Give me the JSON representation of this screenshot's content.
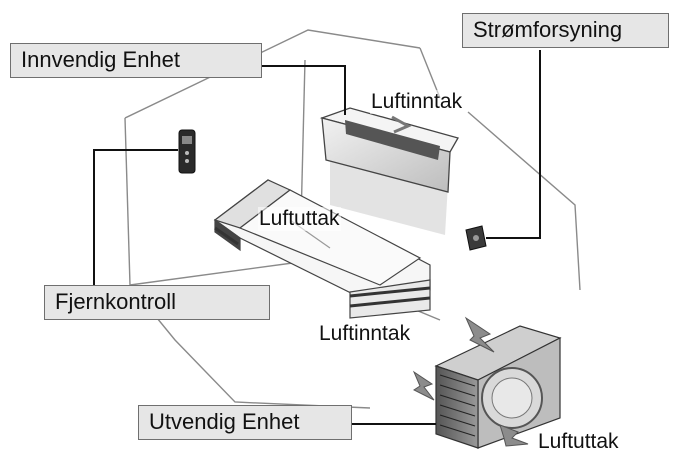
{
  "labels": {
    "indoor_unit": "Innvendig Enhet",
    "power_supply": "Strømforsyning",
    "remote_control": "Fjernkontroll",
    "outdoor_unit": "Utvendig Enhet"
  },
  "airflow": {
    "indoor_intake": "Luftinntak",
    "indoor_outlet": "Luftuttak",
    "outdoor_intake": "Luftinntak",
    "outdoor_outlet": "Luftuttak"
  }
}
